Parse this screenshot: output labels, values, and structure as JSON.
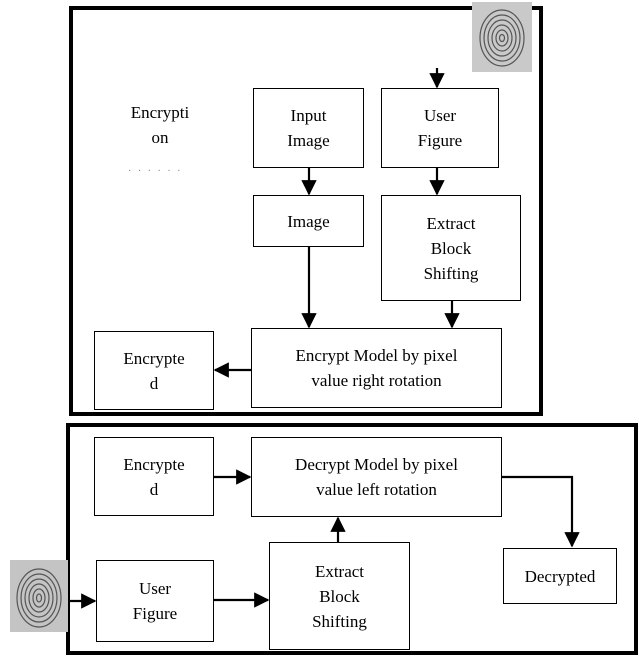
{
  "encryption": {
    "section_label": "Encrypti\non",
    "stray_marks": "· · · · · ·",
    "boxes": {
      "input_image": "Input\nImage",
      "user_figure": "User\nFigure",
      "image": "Image",
      "extract_block_shifting": "Extract\nBlock\nShifting",
      "encrypt_model": "Encrypt Model by pixel\nvalue right rotation",
      "encrypted_output": "Encrypte\nd"
    }
  },
  "decryption": {
    "boxes": {
      "encrypted_input": "Encrypte\nd",
      "decrypt_model": "Decrypt Model by pixel\nvalue left rotation",
      "decrypted_output": "Decrypted",
      "user_figure": "User\nFigure",
      "extract_block_shifting": "Extract\nBlock\nShifting"
    }
  }
}
